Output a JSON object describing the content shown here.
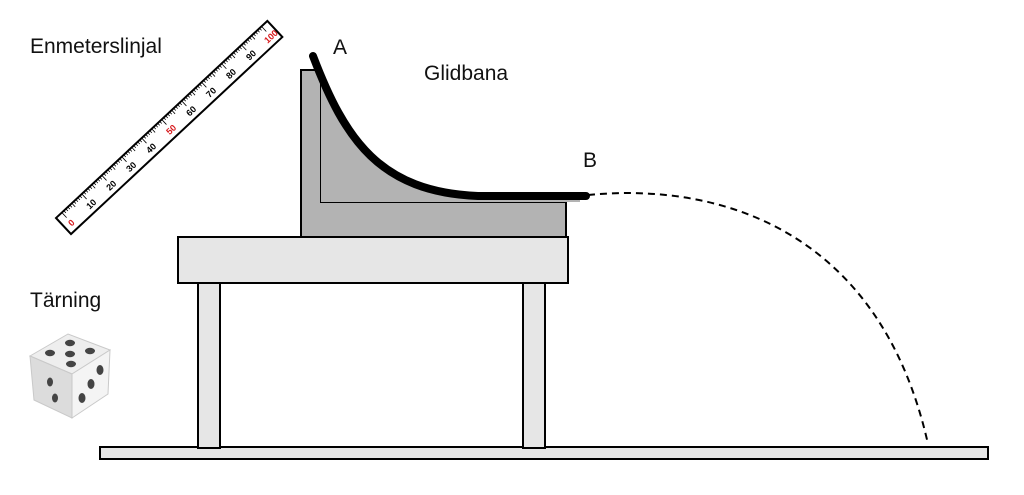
{
  "labels": {
    "ruler": "Enmeterslinjal",
    "track": "Glidbana",
    "point_a": "A",
    "point_b": "B",
    "die": "Tärning"
  },
  "ruler": {
    "tick_labels": [
      "0",
      "10",
      "20",
      "30",
      "40",
      "50",
      "60",
      "70",
      "80",
      "90",
      "100"
    ],
    "highlight_labels": [
      "0",
      "50",
      "100"
    ],
    "highlight_color": "#d7191c"
  },
  "die": {
    "top_face_pips": 5,
    "front_face_pips": 3
  },
  "colors": {
    "stroke": "#000000",
    "table_fill": "#e6e6e6",
    "support_fill": "#b3b3b3",
    "track": "#000000",
    "text": "#000000"
  }
}
